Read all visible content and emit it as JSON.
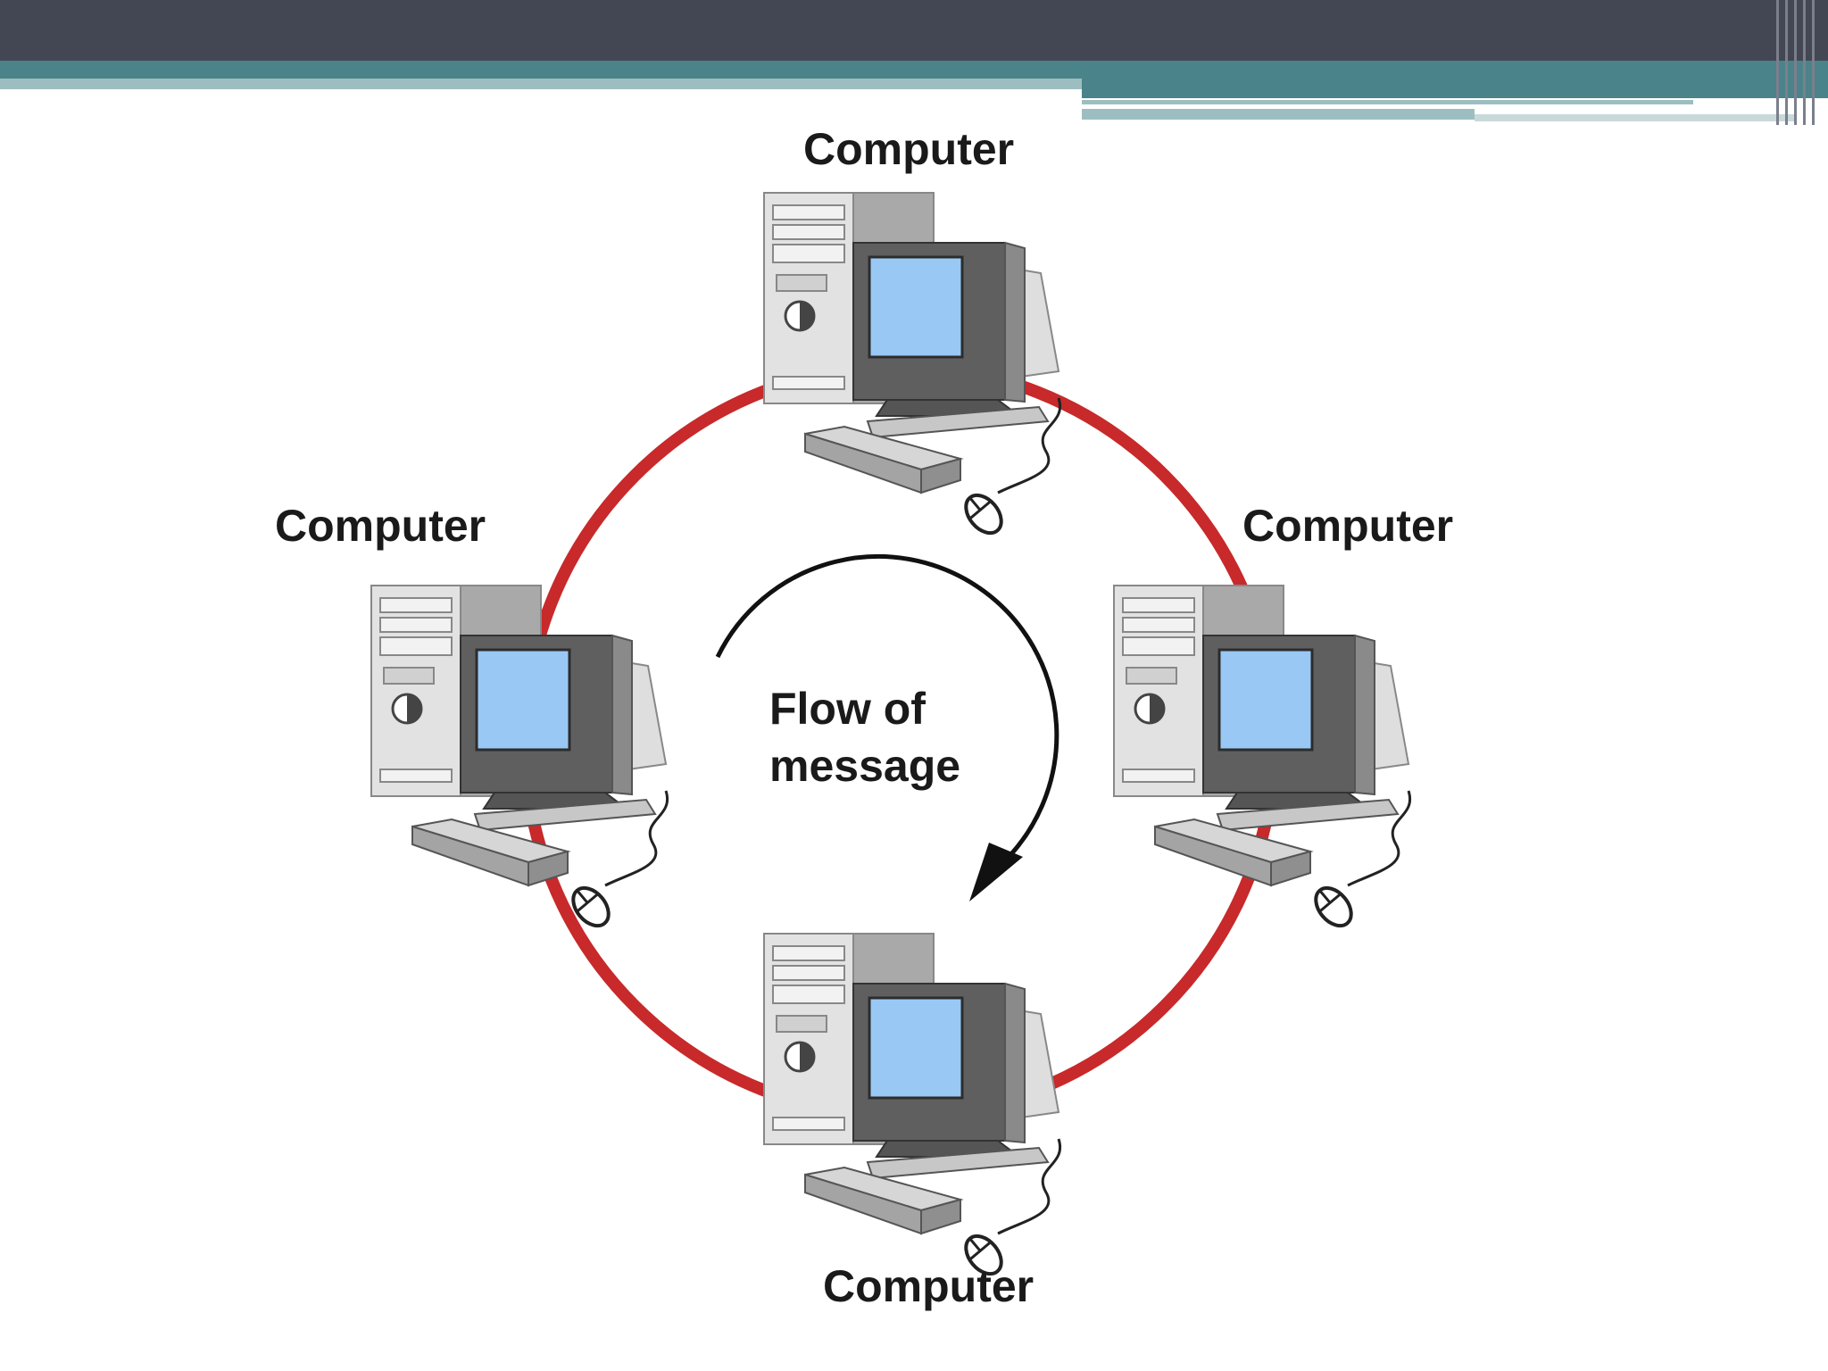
{
  "diagram": {
    "nodes": [
      {
        "id": "top",
        "label": "Computer"
      },
      {
        "id": "left",
        "label": "Computer"
      },
      {
        "id": "right",
        "label": "Computer"
      },
      {
        "id": "bottom",
        "label": "Computer"
      }
    ],
    "center_label": {
      "line1": "Flow of",
      "line2": "message"
    },
    "colors": {
      "ring": "#c8292a",
      "header": "#434653",
      "accent_teal": "#4a848a",
      "screen": "#99c8f5"
    },
    "icons": [
      "computer-icon",
      "keyboard-icon",
      "mouse-icon"
    ],
    "flow_direction": "clockwise"
  }
}
